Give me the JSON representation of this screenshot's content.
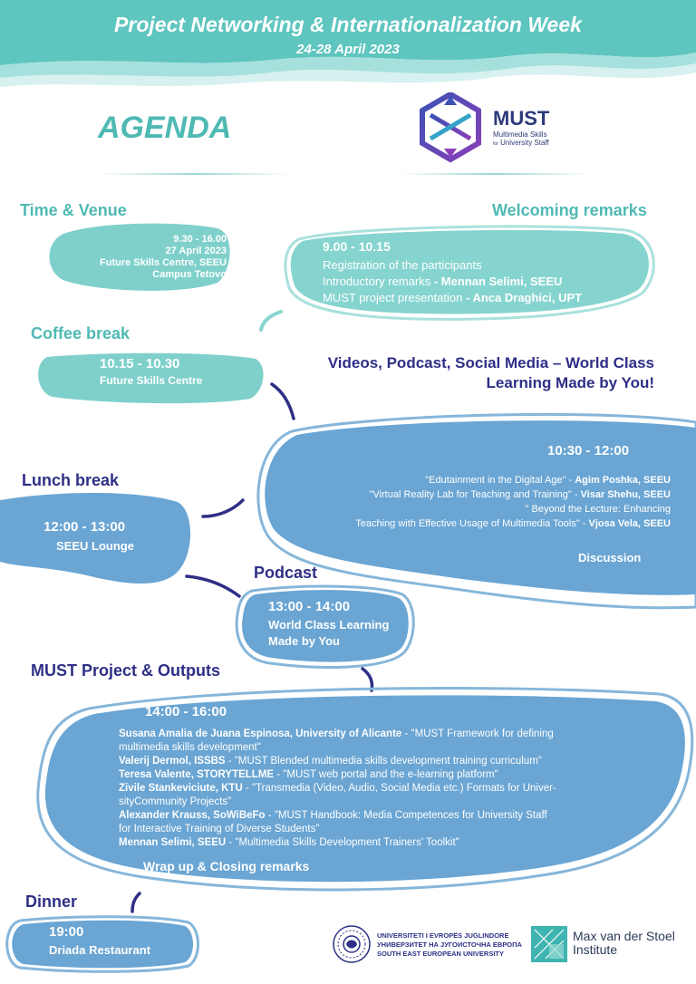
{
  "header": {
    "title": "Project Networking & Internationalization Week",
    "dates": "24-28 April 2023"
  },
  "agenda_heading": "AGENDA",
  "logo": {
    "name": "MUST",
    "tagline1": "Multimedia Skills",
    "tagline2a": "for",
    "tagline2b": "University Staff"
  },
  "time_venue": {
    "title": "Time & Venue",
    "lines": [
      "9.30 - 16.00",
      "27 April 2023",
      "Future Skills Centre, SEEU",
      "Campus Tetovo"
    ]
  },
  "welcoming": {
    "title": "Welcoming remarks",
    "time": "9.00 - 10.15",
    "line1": "Registration of the participants",
    "line2_text": "Introductory remarks",
    "line2_bold": "- Mennan Selimi, SEEU",
    "line3_text": "MUST project presentation",
    "line3_bold": "- Anca Draghici, UPT"
  },
  "coffee": {
    "title": "Coffee break",
    "time": "10.15 - 10.30",
    "place": "Future Skills Centre"
  },
  "videos": {
    "title_line1": "Videos, Podcast, Social Media – World Class",
    "title_line2": "Learning Made by You!",
    "time": "10:30 - 12:00",
    "talks": [
      {
        "text": "\"Edutainment in the Digital Age\" - ",
        "bold": "Agim Poshka, SEEU"
      },
      {
        "text": "\"Virtual Reality Lab for Teaching and Training\" - ",
        "bold": "Visar Shehu, SEEU"
      },
      {
        "text": "\" Beyond the Lecture: Enhancing",
        "bold": ""
      },
      {
        "text": "Teaching with Effective Usage of Multimedia Tools\" - ",
        "bold": "Vjosa Vela, SEEU"
      }
    ],
    "discussion": "Discussion"
  },
  "lunch": {
    "title": "Lunch break",
    "time": "12:00 - 13:00",
    "place": "SEEU Lounge"
  },
  "podcast": {
    "title": "Podcast",
    "time": "13:00 - 14:00",
    "line1": "World Class Learning",
    "line2": "Made by You"
  },
  "must_outputs": {
    "title": "MUST Project & Outputs",
    "time": "14:00 - 16:00",
    "items": [
      {
        "bold": "Susana Amalia de Juana Espinosa, University of Alicante",
        "text": " - \"MUST Framework for defining",
        "cont": "multimedia skills development\""
      },
      {
        "bold": "Valerij Dermol, ISSBS",
        "text": "  - \"MUST Blended multimedia skills development training curriculum\"",
        "cont": ""
      },
      {
        "bold": "Teresa Valente,  STORYTELLME",
        "text": "  - \"MUST web portal and the e-learning platform\"",
        "cont": ""
      },
      {
        "bold": "Zivile Stankeviciute,  KTU",
        "text": "  - \"Transmedia (Video, Audio, Social Media etc.) Formats for Univer-",
        "cont": "sityCommunity Projects\""
      },
      {
        "bold": "Alexander Krauss,  SoWiBeFo",
        "text": "  - \"MUST Handbook: Media Competences for University Staff",
        "cont": "for Interactive Training of Diverse Students\""
      },
      {
        "bold": "Mennan Selimi, SEEU",
        "text": "  - \"Multimedia Skills Development Trainers' Toolkit\"",
        "cont": ""
      }
    ],
    "closing": "Wrap up & Closing remarks"
  },
  "dinner": {
    "title": "Dinner",
    "time": "19:00",
    "place": "Driada Restaurant"
  },
  "seeu": {
    "line1": "UNIVERSITETI I EVROPËS JUGLINDORE",
    "line2": "УНИВЕРЗИТЕТ НА ЈУГОИСТОЧНА ЕВРОПА",
    "line3": "SOUTH EAST EUROPEAN UNIVERSITY"
  },
  "mvds": {
    "line1": "Max van der Stoel",
    "line2": "Institute"
  }
}
